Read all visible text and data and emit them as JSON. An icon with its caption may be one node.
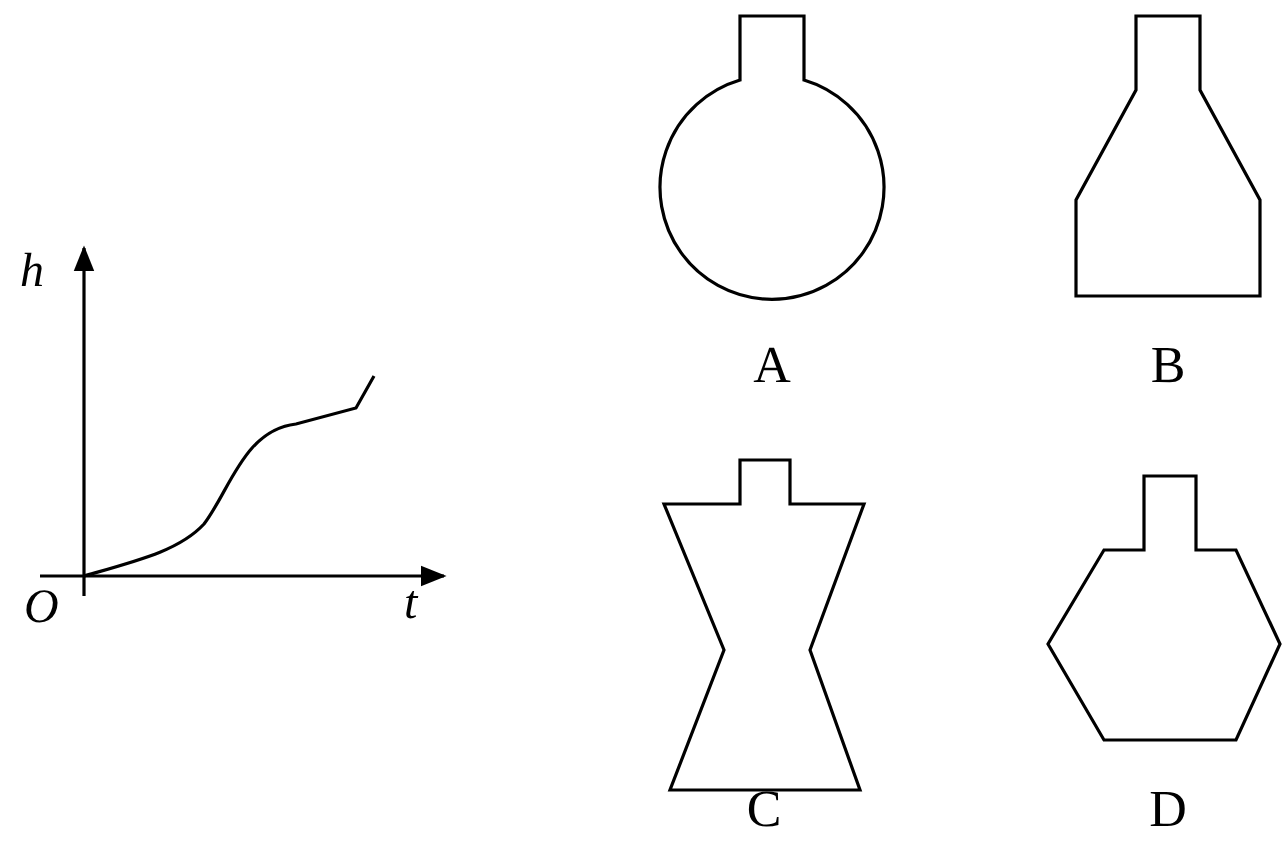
{
  "diagram": {
    "nodes": [
      {
        "text": [
          "A"
        ]
      },
      {
        "text": [
          "B"
        ]
      },
      {
        "text": [
          "C"
        ]
      },
      {
        "text": [
          "D"
        ]
      }
    ],
    "labels": [
      "h",
      "O",
      "t"
    ]
  }
}
